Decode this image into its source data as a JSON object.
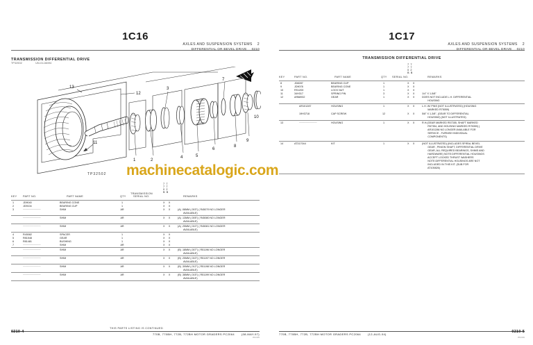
{
  "left_page": {
    "page_code": "1C16",
    "header": {
      "system": "AXLES AND SUSPENSION SYSTEMS",
      "system_num": "2",
      "subsystem": "DIFFERENTIAL OR BEVEL DRIVE",
      "subsystem_num": "0210"
    },
    "group_title": "TRANSMISSION DIFFERENTIAL DRIVE",
    "group_meta_id": "TP32502",
    "group_meta_date": "UN-01JAN94",
    "figure_id": "TP32502",
    "callouts": [
      "13",
      "12",
      "11",
      "1",
      "2",
      "3",
      "4",
      "5",
      "6",
      "7",
      "8",
      "9",
      "10"
    ],
    "table": {
      "columns": {
        "key": "KEY",
        "part_no": "PART NO.",
        "part_name": "PART NAME",
        "qty": "QTY",
        "serial_no_l1": "TRANSMISSION",
        "serial_no_l2": "SERIAL NO.",
        "remarks": "REMARKS"
      },
      "model_cols": [
        [
          "7",
          "7",
          "0",
          "B"
        ],
        [
          "7",
          "7",
          "2",
          "B"
        ]
      ],
      "rows": [
        {
          "key": "1",
          "part_no": "JD9040",
          "part_name": "BEARING CONE",
          "qty": "1",
          "serial": "",
          "marks": "X X",
          "remarks": ""
        },
        {
          "key": "2",
          "part_no": "JD9104",
          "part_name": "BEARING CUP",
          "qty": "1",
          "serial": "",
          "marks": "X X",
          "remarks": ""
        },
        {
          "key": "3",
          "part_no": "————————",
          "part_name": "SHIM",
          "qty": "AR",
          "serial": "",
          "marks": "X X",
          "remarks": "(A) .08MM (.003\") ( R45079 NO LONGER\n        AVAILABLE)"
        },
        {
          "key": "",
          "part_no": "————————",
          "part_name": "SHIM",
          "qty": "AR",
          "serial": "",
          "marks": "X X",
          "remarks": "(A) .13MM (.005\") ( R45080 NO LONGER\n        AVAILABLE)"
        },
        {
          "key": "",
          "part_no": "————————",
          "part_name": "SHIM",
          "qty": "AR",
          "serial": "",
          "marks": "X X",
          "remarks": "(A) .25MM (.010\") ( R45081 NO LONGER\n        AVAILABLE)"
        },
        {
          "key": "4",
          "part_no": "R45082",
          "part_name": "SPACER",
          "qty": "1",
          "serial": "",
          "marks": "X X",
          "remarks": ""
        },
        {
          "key": "5",
          "part_no": "R81548",
          "part_name": "GEAR",
          "qty": "1",
          "serial": "",
          "marks": "X X",
          "remarks": ""
        },
        {
          "key": "6",
          "part_no": "R81481",
          "part_name": "BUSHING",
          "qty": "1",
          "serial": "",
          "marks": "X X",
          "remarks": ""
        },
        {
          "key": "7",
          "part_no": "————————",
          "part_name": "SHIM",
          "qty": "AR",
          "serial": "",
          "marks": "X X",
          "remarks": ""
        },
        {
          "key": "",
          "part_no": "————————",
          "part_name": "SHIM",
          "qty": "AR",
          "serial": "",
          "marks": "X X",
          "remarks": "(B) .18MM (.007\") ( R51196 NO LONGER\n        AVAILABLE)"
        },
        {
          "key": "",
          "part_no": "————————",
          "part_name": "SHIM",
          "qty": "AR",
          "serial": "",
          "marks": "X X",
          "remarks": "(B) .25MM (.010\") ( R51197 NO LONGER\n        AVAILABLE)"
        },
        {
          "key": "",
          "part_no": "————————",
          "part_name": "SHIM",
          "qty": "AR",
          "serial": "",
          "marks": "X X",
          "remarks": "(B) .30MM (.012\") ( R51198 NO LONGER\n        AVAILABLE)"
        },
        {
          "key": "",
          "part_no": "————————",
          "part_name": "SHIM",
          "qty": "AR",
          "serial": "",
          "marks": "X X",
          "remarks": "(B) .38MM (.015\") ( R51199 NO LONGER\n        AVAILABLE)"
        }
      ]
    },
    "footer": {
      "page_code": "0210-4",
      "continued": "THIS PARTS LISTING IS CONTINUED",
      "machines": "770B, 770BH, 772B, 772BH MOTOR GRADERS   PC2064",
      "date": "(08-MAY-97)",
      "revision": "PN=65"
    }
  },
  "right_page": {
    "page_code": "1C17",
    "header": {
      "system": "AXLES AND SUSPENSION SYSTEMS",
      "system_num": "2",
      "subsystem": "DIFFERENTIAL OR BEVEL DRIVE",
      "subsystem_num": "0210"
    },
    "group_title": "TRANSMISSION DIFFERENTIAL DRIVE",
    "table": {
      "columns": {
        "key": "KEY",
        "part_no": "PART NO.",
        "part_name": "PART NAME",
        "qty": "QTY",
        "serial_no": "SERIAL NO.",
        "remarks": "REMARKS"
      },
      "model_cols": [
        [
          "7",
          "7",
          "0",
          "B"
        ],
        [
          "7",
          "7",
          "2",
          "B"
        ]
      ],
      "rows": [
        {
          "key": "8",
          "part_no": "JD8287",
          "part_name": "BEARING CUP",
          "qty": "1",
          "serial": "",
          "marks": "X X",
          "remarks": ""
        },
        {
          "key": "9",
          "part_no": "JD9078",
          "part_name": "BEARING CONE",
          "qty": "1",
          "serial": "",
          "marks": "X X",
          "remarks": ""
        },
        {
          "key": "10",
          "part_no": "RS1200",
          "part_name": "LOCK NUT",
          "qty": "1",
          "serial": "",
          "marks": "X X",
          "remarks": ""
        },
        {
          "key": "11",
          "part_no": "34H317",
          "part_name": "SPRING PIN",
          "qty": "3",
          "serial": "",
          "marks": "X X",
          "remarks": "1/4\" X 1-5/8\""
        },
        {
          "key": "12",
          "part_no": "AR68932",
          "part_name": "GEAR",
          "qty": "1",
          "serial": "",
          "marks": "X X",
          "remarks": "DOES NOT INCLUDE L.H. DIFFERENTIAL\n        HOUSING"
        },
        {
          "key": "",
          "part_no": "AR101287",
          "part_name": "HOUSING",
          "qty": "1",
          "serial": "",
          "marks": "X X",
          "remarks": "L.H. W/ PINS (NOT ILLUSTRATED) (HOUSING\n        MARKED R75059)"
        },
        {
          "key": "",
          "part_no": "19H3718",
          "part_name": "CAP SCREW",
          "qty": "12",
          "serial": "",
          "marks": "X X",
          "remarks": "5/8\" X 1-3/8\", (GEAR TO DIFFERENTIAL\n        HOUSING) (NOT ILLUSTRATED)"
        },
        {
          "key": "13",
          "part_no": "————————",
          "part_name": "HOUSING",
          "qty": "1",
          "serial": "",
          "marks": "X X",
          "remarks": "R.H.(GEAR MARKED R57355, SHAFT MARKED\n        R57354, AND HOUSING MARKED R75059) (\n        AR101286 NO LONGER AVAILABLE FOR\n        SERVICE - FURNISH INDIVIDUAL\n        COMPONENTS)"
        },
        {
          "key": "14",
          "part_no": "AT317044",
          "part_name": "KIT",
          "qty": "1",
          "serial": "",
          "marks": "X X",
          "remarks": "(NOT ILLUSTRATED) (INCLUDES SPIRAL BEVEL\n        GEAR , PINION SHAFT, DIFFERENTIAL DRIVE\n        GEAR, ALL REQUIRED BEARINGS, SHIMS AND\n        HARDWARE) NOTE:DIFFERENTIAL HOUSINGS\n        ACCEPT LOCKED THRUST WASHERS\n        NOTE:DIFFERENTIAL HOUSINGS ARE NOT\n        INCLUDED IN THIS KIT. (SUB FOR\n        AT105826)"
        }
      ]
    },
    "footer": {
      "page_code": "0210-5",
      "machines": "770B, 770BH, 772B, 772BH MOTOR GRADERS   PC2064",
      "date": "(12-AUG-04)",
      "revision": "PN=66"
    }
  },
  "watermark": {
    "text": "machinecatalogic.com",
    "color": "#d9a61b"
  }
}
